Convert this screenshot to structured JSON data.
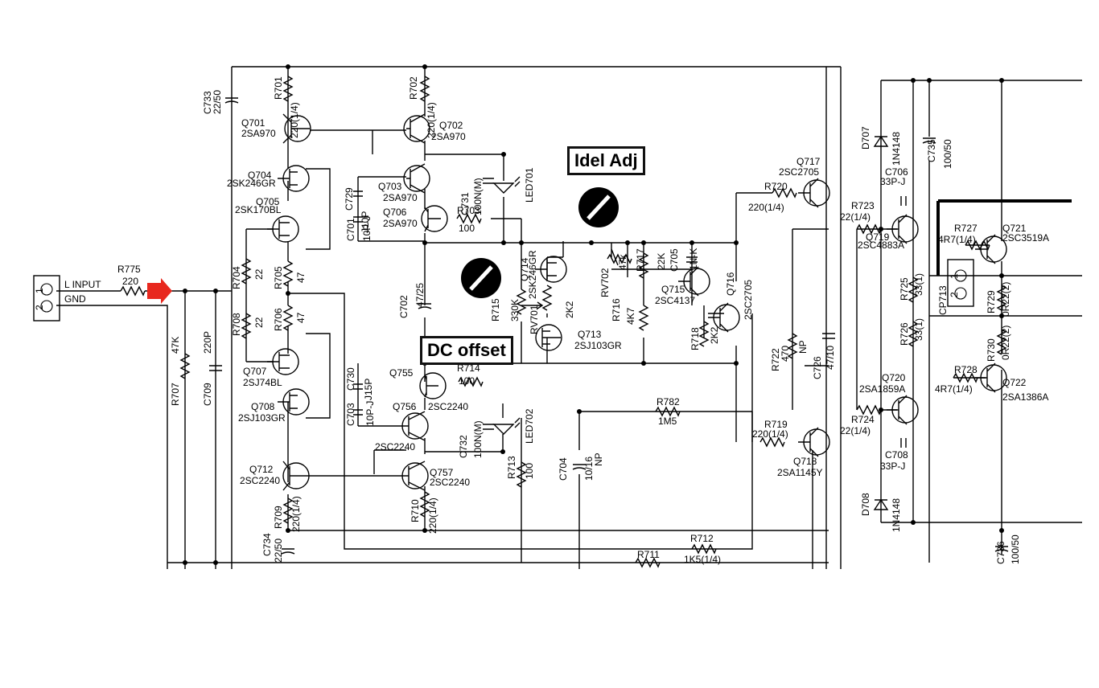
{
  "annotations": {
    "idle_adj": "Idel Adj",
    "dc_offset": "DC offset"
  },
  "connector": {
    "pins": [
      "1",
      "2"
    ],
    "signal1": "L INPUT",
    "signal2": "GND"
  },
  "parts": {
    "R775": [
      "R775",
      "220"
    ],
    "R707": [
      "R707",
      "47K"
    ],
    "C709": [
      "C709",
      "220P"
    ],
    "C733": [
      "C733",
      "22/50"
    ],
    "R701": [
      "R701",
      "220(1/4)"
    ],
    "Q701": [
      "Q701",
      "2SA970"
    ],
    "R702": [
      "R702",
      "220(1/4)"
    ],
    "Q702": [
      "Q702",
      "2SA970"
    ],
    "Q704": [
      "Q704",
      "2SK246GR"
    ],
    "Q705": [
      "Q705",
      "2SK170BL"
    ],
    "Q703": [
      "Q703",
      "2SA970"
    ],
    "C729": [
      "C729",
      "J10P"
    ],
    "C701": [
      "C701",
      "10P-J"
    ],
    "Q706": [
      "Q706",
      "2SA970"
    ],
    "R703": [
      "R703",
      "100"
    ],
    "C731": [
      "C731",
      "100N(M)"
    ],
    "LED701": [
      "LED701",
      ""
    ],
    "R704": [
      "R704",
      "22"
    ],
    "R705": [
      "R705",
      "47"
    ],
    "R706": [
      "R706",
      "47"
    ],
    "R708": [
      "R708",
      "22"
    ],
    "C702": [
      "C702",
      "47/25"
    ],
    "R715": [
      "R715",
      "330K"
    ],
    "Q714": [
      "Q714",
      "2SK246GR"
    ],
    "RV701": [
      "RV701",
      "2K2"
    ],
    "Q713": [
      "Q713",
      "2SJ103GR"
    ],
    "Q707": [
      "Q707",
      "2SJ74BL"
    ],
    "Q708": [
      "Q708",
      "2SJ103GR"
    ],
    "C730": [
      "C730",
      "J15P"
    ],
    "C703": [
      "C703",
      "10P-J"
    ],
    "Q755": [
      "Q755",
      ""
    ],
    "R714": [
      "R714",
      "100"
    ],
    "Q756": [
      "Q756",
      "2SC2240"
    ],
    "C732": [
      "C732",
      "100N(M)"
    ],
    "LED702": [
      "LED702",
      ""
    ],
    "Q756b": [
      "",
      "2SC2240"
    ],
    "Q712": [
      "Q712",
      "2SC2240"
    ],
    "Q757": [
      "Q757",
      "2SC2240"
    ],
    "R713": [
      "R713",
      "100"
    ],
    "C704": [
      "C704",
      "10/16"
    ],
    "C704np": [
      "NP",
      ""
    ],
    "R709": [
      "R709",
      "220(1/4)"
    ],
    "R710": [
      "R710",
      "220(1/4)"
    ],
    "C734": [
      "C734",
      "22/50"
    ],
    "RV702": [
      "RV702",
      "47k"
    ],
    "R717": [
      "R717",
      "22K"
    ],
    "C705": [
      "C705",
      "1N-K"
    ],
    "Q715": [
      "Q715",
      "2SC4137"
    ],
    "R716": [
      "R716",
      "4K7"
    ],
    "R718": [
      "R718",
      "2K2"
    ],
    "Q716": [
      "Q716",
      "2SC2705"
    ],
    "R720": [
      "R720",
      "220(1/4)"
    ],
    "Q717": [
      "Q717",
      "2SC2705"
    ],
    "R782": [
      "R782",
      "1M5"
    ],
    "R722": [
      "R722",
      "470"
    ],
    "R722np": [
      "NP",
      ""
    ],
    "C726": [
      "C726",
      "47/10"
    ],
    "R719": [
      "R719",
      "220(1/4)"
    ],
    "Q718": [
      "Q718",
      "2SA1145Y"
    ],
    "R712": [
      "R712",
      "1K5(1/4)"
    ],
    "R711": [
      "R711",
      ""
    ],
    "D707": [
      "D707",
      "1N4148"
    ],
    "C735": [
      "C735",
      "100/50"
    ],
    "C706": [
      "C706",
      "33P-J"
    ],
    "R723": [
      "R723",
      "22(1/4)"
    ],
    "Q719": [
      "Q719",
      "2SC4883A"
    ],
    "R727": [
      "R727",
      "4R7(1/4)"
    ],
    "Q721": [
      "Q721",
      "2SC3519A"
    ],
    "R725": [
      "R725",
      "33(1)"
    ],
    "CP713": [
      "CP713",
      ""
    ],
    "R729": [
      "R729",
      "0R22(2)"
    ],
    "R726": [
      "R726",
      "33(1)"
    ],
    "R730": [
      "R730",
      "0R22(2)"
    ],
    "Q720": [
      "Q720",
      "2SA1859A"
    ],
    "R728": [
      "R728",
      "4R7(1/4)"
    ],
    "Q722": [
      "Q722",
      "2SA1386A"
    ],
    "R724": [
      "R724",
      "22(1/4)"
    ],
    "C708": [
      "C708",
      "33P-J"
    ],
    "D708": [
      "D708",
      "1N4148"
    ],
    "C736": [
      "C736",
      "100/50"
    ]
  },
  "colors": {
    "arrow": "#e8281e",
    "ink": "#000000"
  }
}
